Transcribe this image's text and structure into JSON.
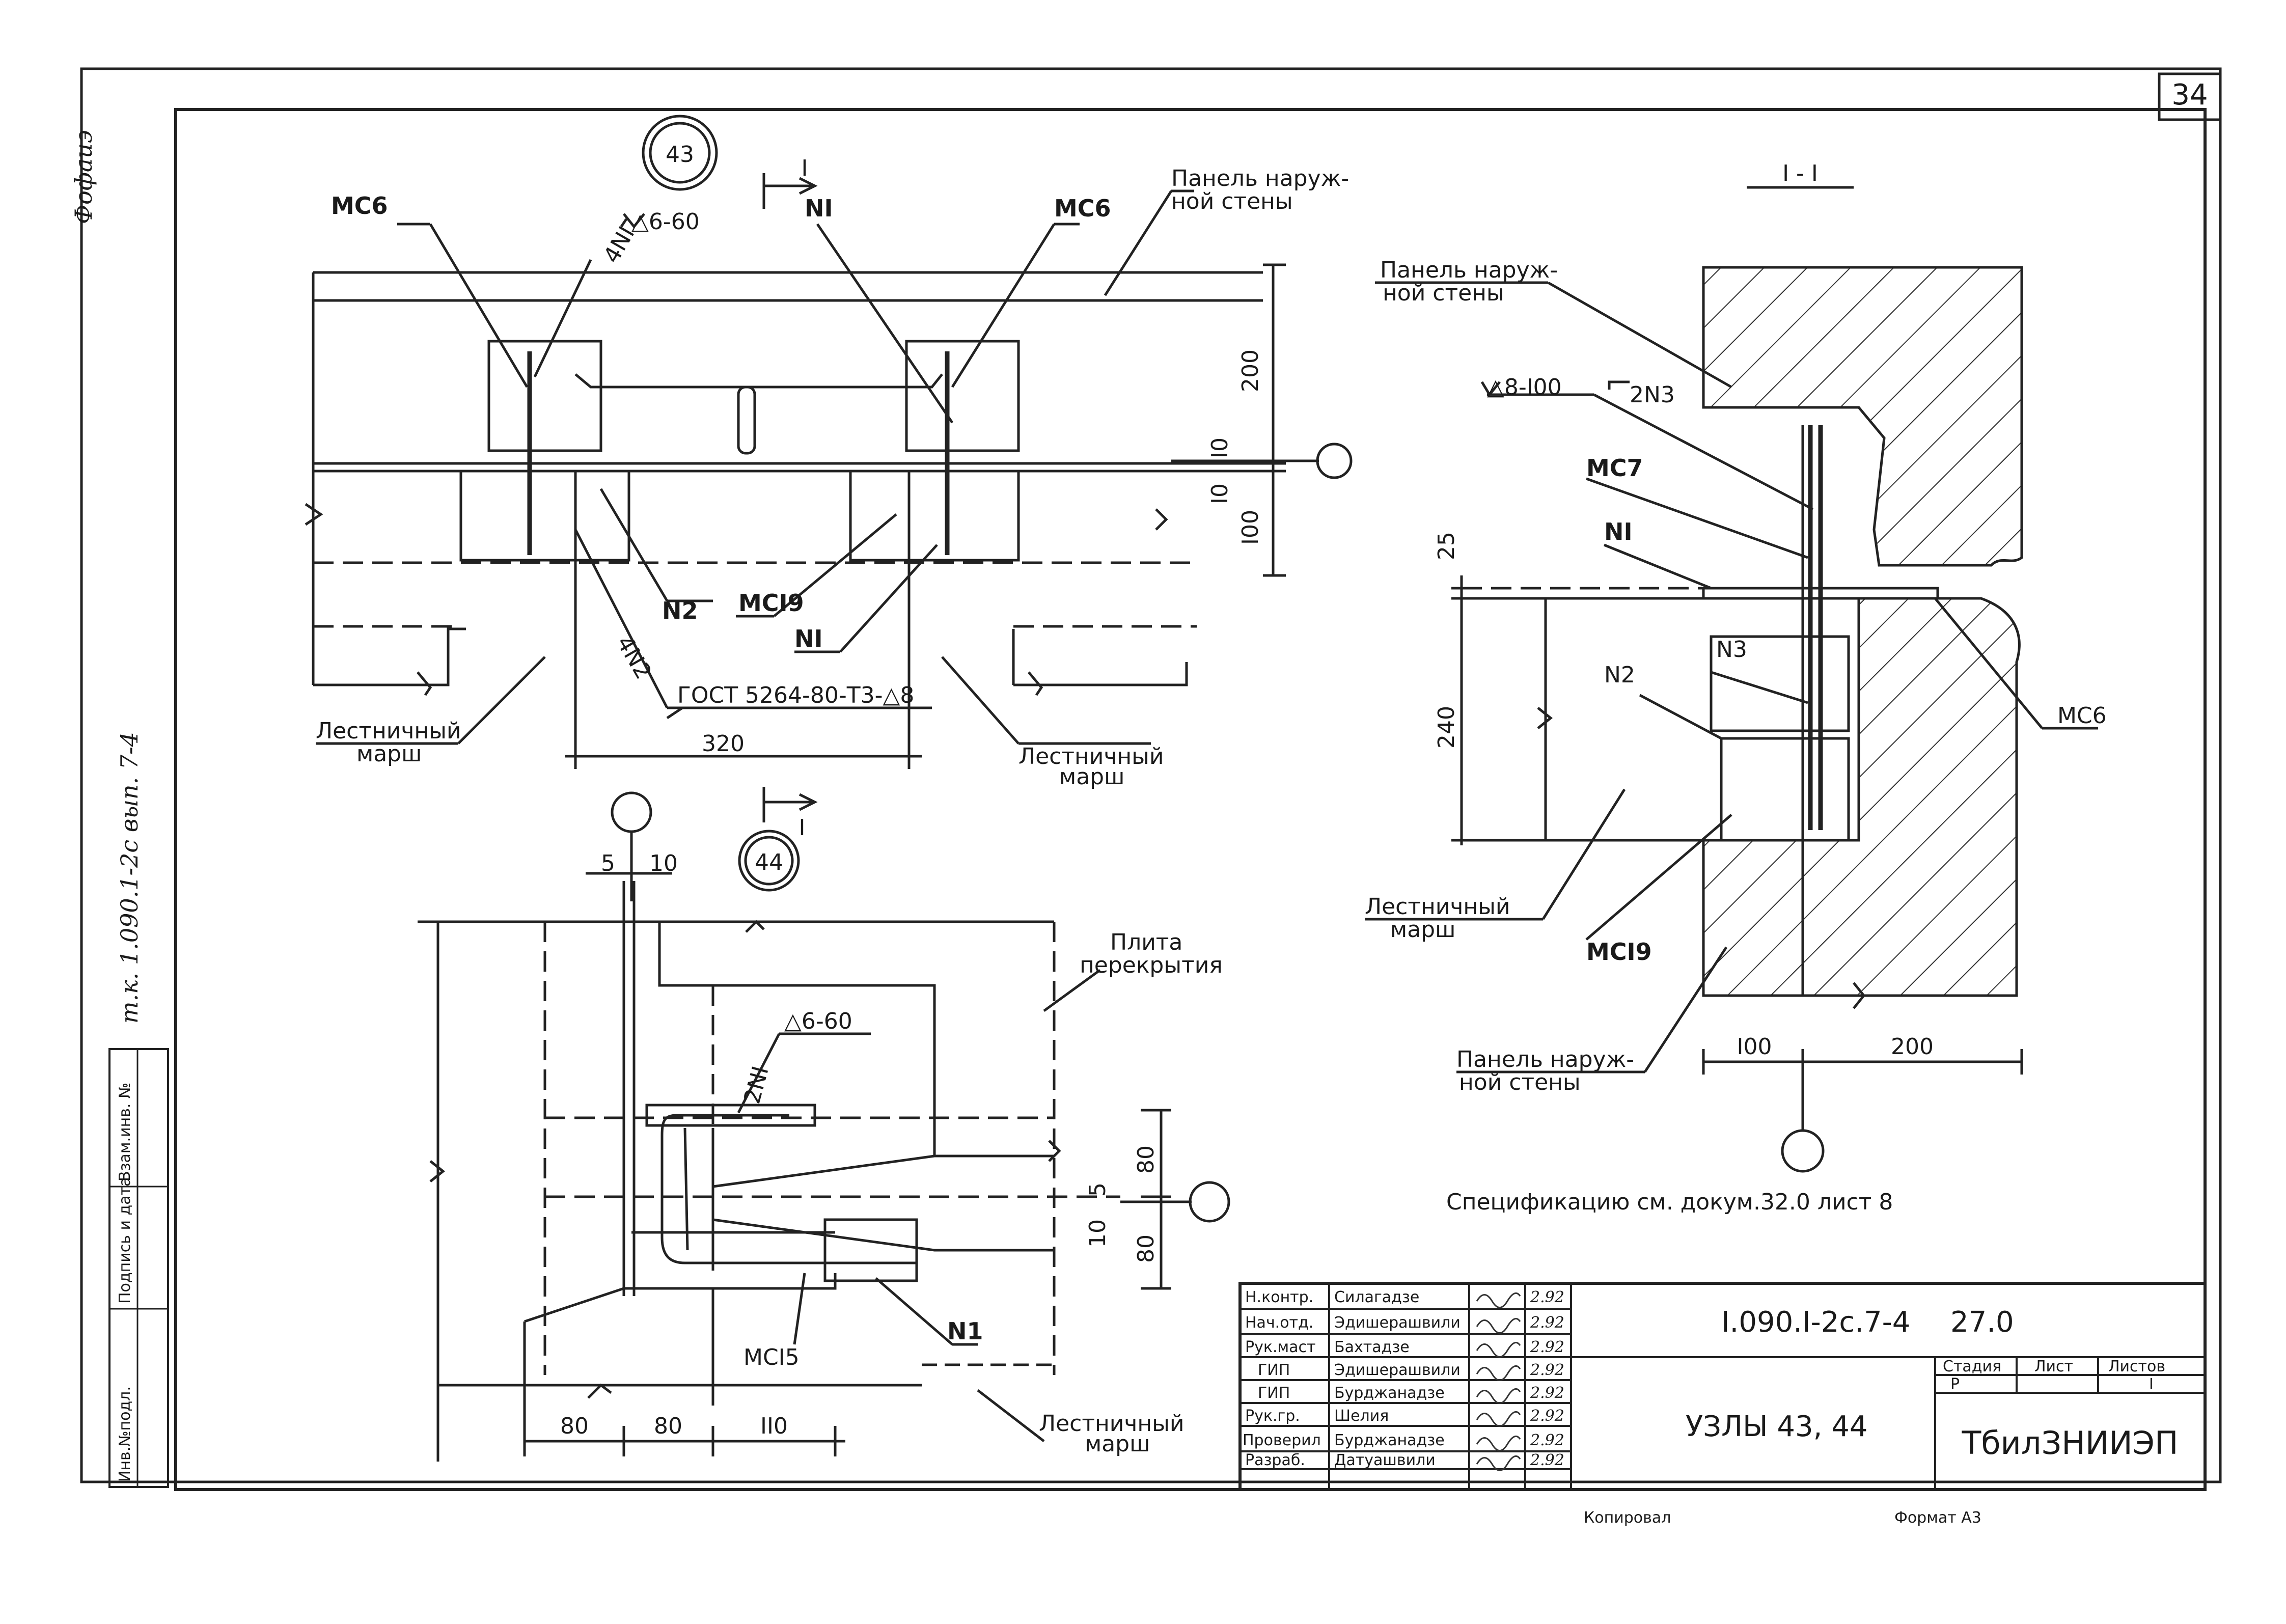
{
  "sheet": {
    "page_number": "34",
    "side_note": "т.к. 1.090.1-2с вып. 7-4",
    "corner_signature": "Фофаиэ",
    "side_stamp": [
      "Инв.№подл.",
      "Подпись и дата",
      "Взам.инв. №"
    ]
  },
  "node43": {
    "marker": "43",
    "section_mark": "I",
    "labels": {
      "mc6_left": "МС6",
      "mc6_right": "МС6",
      "n1_top": "NI",
      "n1_bottom": "NI",
      "n2": "N2",
      "mc19": "МСI9",
      "weld_note": "△6-60",
      "bar_4n1": "4NI",
      "bar_4n2": "4N2",
      "gost": "ГОСТ 5264-80-Т3-△8",
      "panel": [
        "Панель наруж-",
        "ной стены"
      ],
      "stair_left": [
        "Лестничный",
        "марш"
      ],
      "stair_right": [
        "Лестничный",
        "марш"
      ]
    },
    "dims": {
      "d200": "200",
      "d10a": "I0",
      "d10b": "I0",
      "d100": "I00",
      "d320": "320"
    }
  },
  "node44": {
    "marker": "44",
    "section_mark": "I",
    "labels": {
      "slab": [
        "Плита",
        "перекрытия"
      ],
      "weld_note": "△6-60",
      "bar_2n1": "2NI",
      "mc15": "МСI5",
      "n1": "N1",
      "stair": [
        "Лестничный",
        "марш"
      ]
    },
    "dims": {
      "d5": "5",
      "d10": "10",
      "d80a": "80",
      "d5b": "5",
      "d10b": "10",
      "d80b": "80",
      "b80a": "80",
      "b80b": "80",
      "b110": "II0"
    }
  },
  "section": {
    "title": "I - I",
    "labels": {
      "panel_top": [
        "Панель наруж-",
        "ной стены"
      ],
      "weld_note": "△8-I00",
      "bar_2n3": "2N3",
      "mc7": "МС7",
      "n1": "NI",
      "n3": "N3",
      "n2": "N2",
      "mc6": "МС6",
      "stair": [
        "Лестничный",
        "марш"
      ],
      "mc19": "МСI9",
      "panel_bottom": [
        "Панель наруж-",
        "ной стены"
      ]
    },
    "dims": {
      "d25": "25",
      "d240": "240",
      "d100": "I00",
      "d200": "200"
    }
  },
  "note": "Спецификацию см. докум.32.0 лист 8",
  "title_block": {
    "roles": [
      "Н.контр.",
      "Нач.отд.",
      "Рук.маст",
      "ГИП",
      "ГИП",
      "Рук.гр.",
      "Проверил",
      "Разраб."
    ],
    "names": [
      "Силагадзе",
      "Эдишерашвили",
      "Бахтадзе",
      "Эдишерашвили",
      "Бурджанадзе",
      "Шелия",
      "Бурджанадзе",
      "Датуашвили"
    ],
    "dates": [
      "2.92",
      "2.92",
      "2.92",
      "2.92",
      "2.92",
      "2.92",
      "2.92",
      "2.92"
    ],
    "doc_code": "I.090.I-2с.7-4",
    "doc_suffix": "27.0",
    "sheet_title": "УЗЛЫ 43, 44",
    "stage_header": "Стадия",
    "sheet_header": "Лист",
    "sheets_header": "Листов",
    "stage": "Р",
    "sheets": "I",
    "org": "ТбилЗНИИЭП"
  },
  "footer": {
    "copied": "Копировал",
    "format": "Формат А3"
  }
}
